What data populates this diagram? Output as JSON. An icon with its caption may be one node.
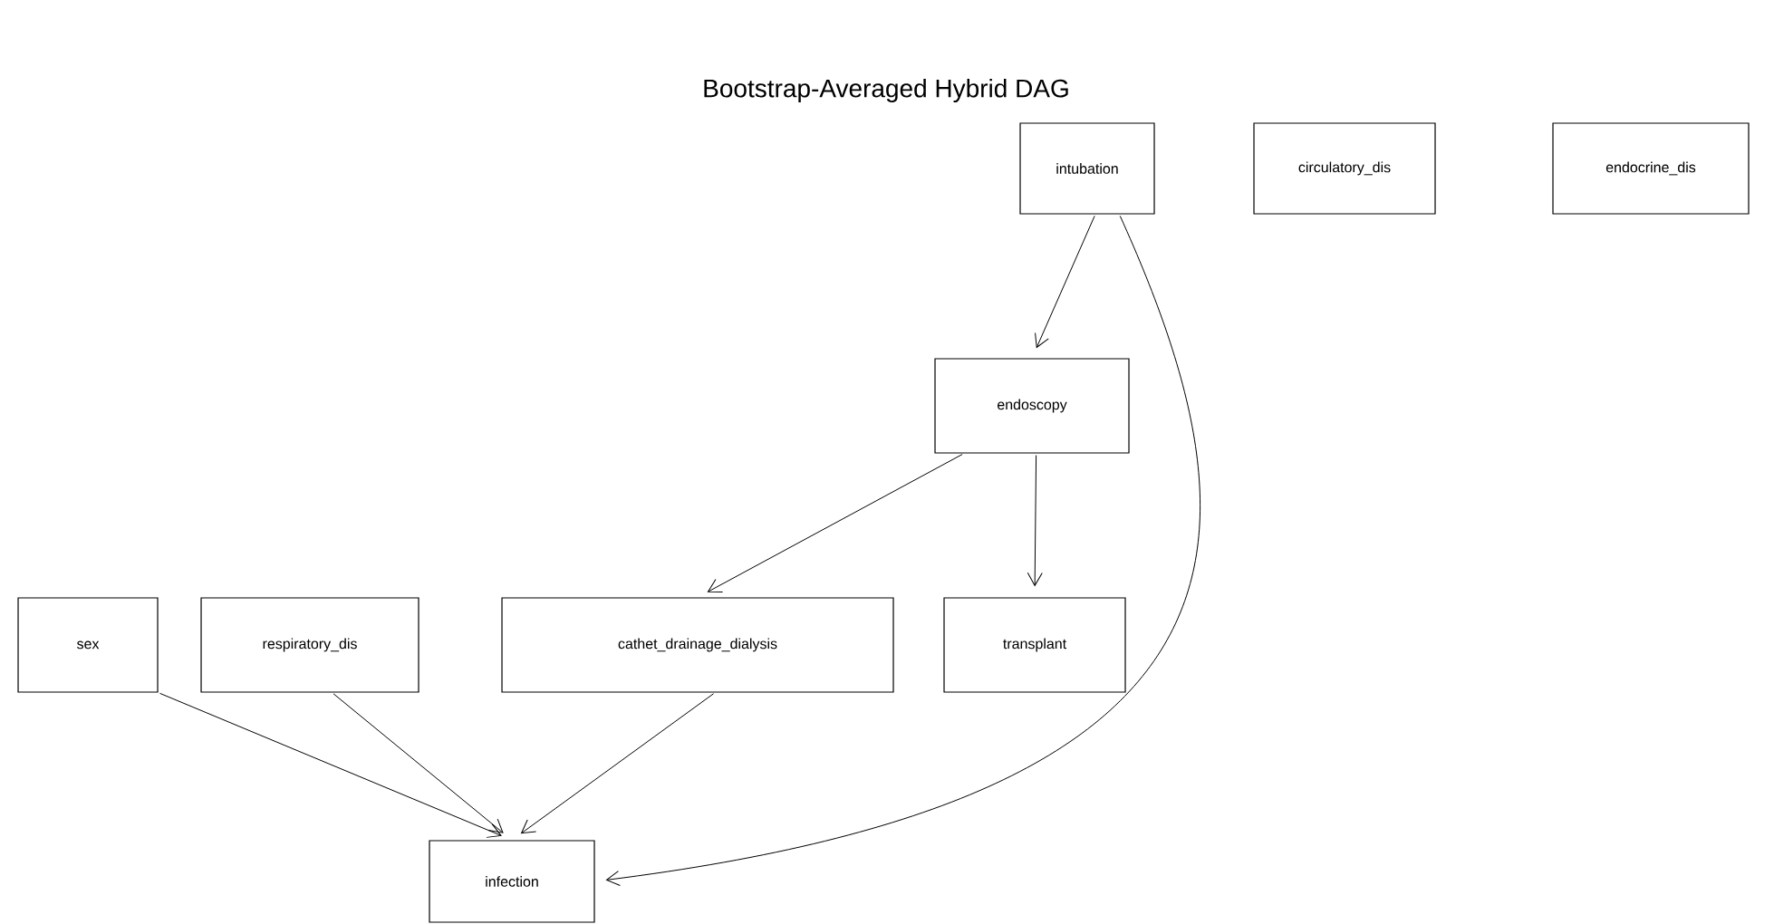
{
  "diagram": {
    "title": "Bootstrap-Averaged Hybrid DAG",
    "nodes": [
      {
        "text": [
          "intubation"
        ]
      },
      {
        "text": [
          "circulatory_dis"
        ]
      },
      {
        "text": [
          "endocrine_dis"
        ]
      },
      {
        "text": [
          "endoscopy"
        ]
      },
      {
        "text": [
          "sex"
        ]
      },
      {
        "text": [
          "respiratory_dis"
        ]
      },
      {
        "text": [
          "cathet_drainage_dialysis"
        ]
      },
      {
        "text": [
          "transplant"
        ]
      },
      {
        "text": [
          "infection"
        ]
      }
    ],
    "edges": [
      {
        "from": 0,
        "to": 3,
        "arrow": "to"
      },
      {
        "from": 3,
        "to": 6,
        "arrow": "to"
      },
      {
        "from": 3,
        "to": 7,
        "arrow": "to"
      },
      {
        "from": 4,
        "to": 8,
        "arrow": "to"
      },
      {
        "from": 5,
        "to": 8,
        "arrow": "to"
      },
      {
        "from": 6,
        "to": 8,
        "arrow": "to"
      },
      {
        "from": 0,
        "to": 8,
        "arrow": "to"
      }
    ]
  }
}
